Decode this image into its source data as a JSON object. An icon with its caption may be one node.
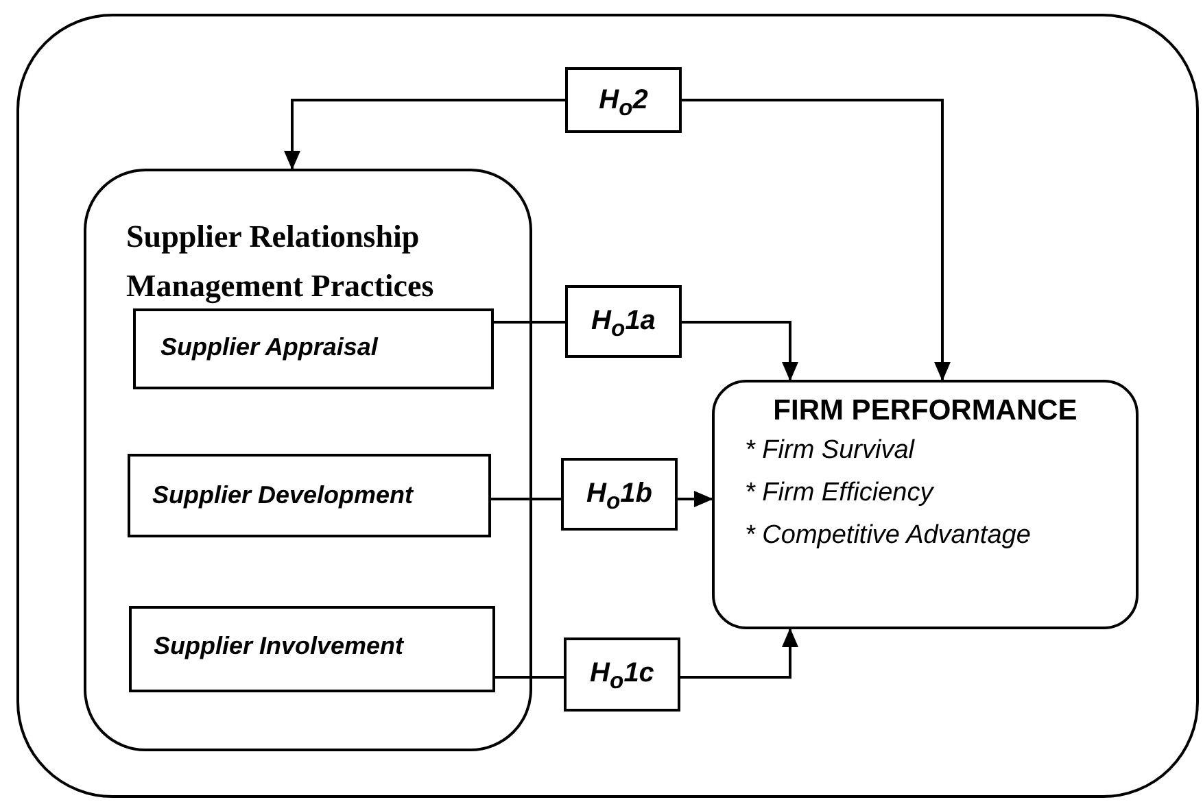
{
  "diagram": {
    "nodes": [
      {
        "text": [],
        "shape": "box"
      },
      {
        "text": [
          "Supplier Relationship Management Practices"
        ],
        "in": 0
      },
      {
        "text": [
          "Supplier Appraisal"
        ],
        "in": 1
      },
      {
        "text": [
          "Supplier Development"
        ],
        "in": 1
      },
      {
        "text": [
          "Supplier Involvement"
        ],
        "in": 1
      },
      {
        "text": [
          "H$_{o}$2"
        ],
        "in": 0
      },
      {
        "text": [
          "H$_{o}$1a"
        ],
        "in": 0
      },
      {
        "text": [
          "H$_{o}$1b"
        ],
        "in": 0
      },
      {
        "text": [
          "H$_{o}$1c"
        ],
        "in": 0
      },
      {
        "text": [
          "FIRM PERFORMANCE",
          "* Firm Survival",
          "* Firm Efficiency",
          "* Competitive Advantage"
        ],
        "in": 0
      }
    ],
    "edges": [
      {
        "from": 5,
        "to": 1,
        "arrow": "to"
      },
      {
        "from": 5,
        "to": 9,
        "arrow": "to"
      },
      {
        "from": 2,
        "to": 6,
        "arrow": "none"
      },
      {
        "from": 6,
        "to": 9,
        "arrow": "to"
      },
      {
        "from": 3,
        "to": 7,
        "arrow": "none"
      },
      {
        "from": 7,
        "to": 9,
        "arrow": "to"
      },
      {
        "from": 4,
        "to": 8,
        "arrow": "none"
      },
      {
        "from": 8,
        "to": 9,
        "arrow": "to"
      }
    ]
  }
}
